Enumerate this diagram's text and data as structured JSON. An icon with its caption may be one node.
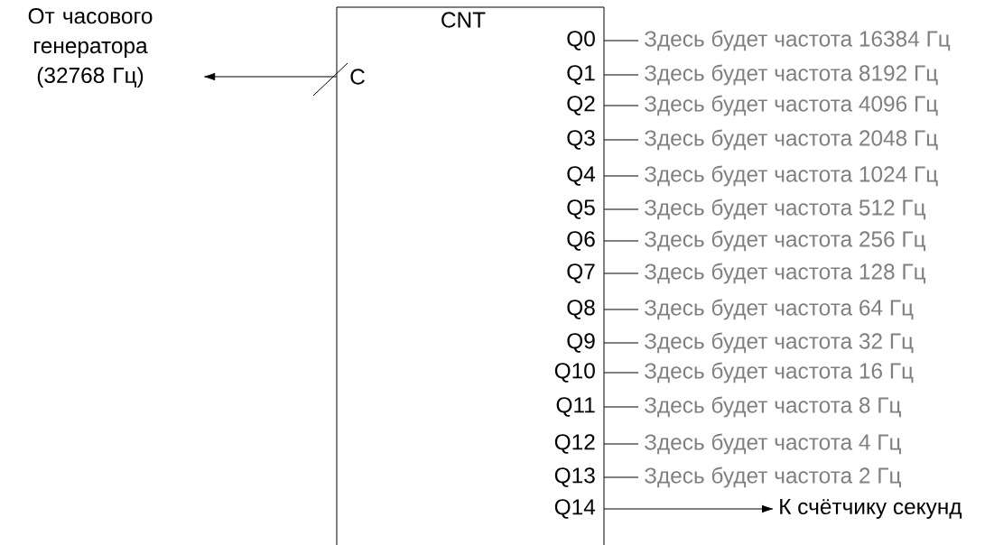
{
  "diagram": {
    "nodes": [
      {
        "text": [
          "CNT",
          "C",
          "Q0",
          "Q1",
          "Q2",
          "Q3",
          "Q4",
          "Q5",
          "Q6",
          "Q7",
          "Q8",
          "Q9",
          "Q10",
          "Q11",
          "Q12",
          "Q13",
          "Q14"
        ]
      },
      {
        "text": [
          "От часового генератора (32768 Гц)"
        ]
      },
      {
        "text": [
          "Здесь будет частота 16384 Гц"
        ]
      },
      {
        "text": [
          "Здесь будет частота 8192 Гц"
        ]
      },
      {
        "text": [
          "Здесь будет частота 4096 Гц"
        ]
      },
      {
        "text": [
          "Здесь будет частота 2048 Гц"
        ]
      },
      {
        "text": [
          "Здесь будет частота 1024 Гц"
        ]
      },
      {
        "text": [
          "Здесь будет частота 512 Гц"
        ]
      },
      {
        "text": [
          "Здесь будет частота 256 Гц"
        ]
      },
      {
        "text": [
          "Здесь будет частота 128 Гц"
        ]
      },
      {
        "text": [
          "Здесь будет частота 64 Гц"
        ]
      },
      {
        "text": [
          "Здесь будет частота 32 Гц"
        ]
      },
      {
        "text": [
          "Здесь будет частота 16 Гц"
        ]
      },
      {
        "text": [
          "Здесь будет частота 8 Гц"
        ]
      },
      {
        "text": [
          "Здесь будет частота 4 Гц"
        ]
      },
      {
        "text": [
          "Здесь будет частота 2 Гц"
        ]
      },
      {
        "text": [
          "К счётчику секунд"
        ]
      }
    ],
    "edges": [
      {
        "from": 0,
        "to": 1,
        "arrow": "to"
      },
      {
        "from": 0,
        "to": 2,
        "arrow": "none"
      },
      {
        "from": 0,
        "to": 3,
        "arrow": "none"
      },
      {
        "from": 0,
        "to": 4,
        "arrow": "none"
      },
      {
        "from": 0,
        "to": 5,
        "arrow": "none"
      },
      {
        "from": 0,
        "to": 6,
        "arrow": "none"
      },
      {
        "from": 0,
        "to": 7,
        "arrow": "none"
      },
      {
        "from": 0,
        "to": 8,
        "arrow": "none"
      },
      {
        "from": 0,
        "to": 9,
        "arrow": "none"
      },
      {
        "from": 0,
        "to": 10,
        "arrow": "none"
      },
      {
        "from": 0,
        "to": 11,
        "arrow": "none"
      },
      {
        "from": 0,
        "to": 12,
        "arrow": "none"
      },
      {
        "from": 0,
        "to": 13,
        "arrow": "none"
      },
      {
        "from": 0,
        "to": 14,
        "arrow": "none"
      },
      {
        "from": 0,
        "to": 15,
        "arrow": "none"
      },
      {
        "from": 0,
        "to": 16,
        "arrow": "to"
      }
    ]
  }
}
